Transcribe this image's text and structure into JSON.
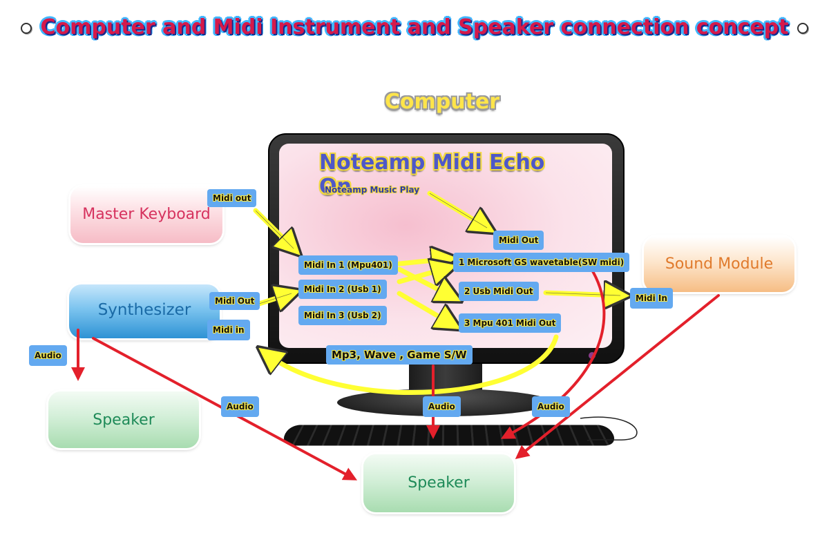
{
  "title": "Computer and Midi Instrument and Speaker connection concept",
  "computer_label": "Computer",
  "screen": {
    "echo_title": "Noteamp Midi Echo On",
    "music_play": "Noteamp Music Play"
  },
  "devices": {
    "master_keyboard": "Master Keyboard",
    "synthesizer": "Synthesizer",
    "sound_module": "Sound Module",
    "speaker_left": "Speaker",
    "speaker_main": "Speaker"
  },
  "ports": {
    "keyboard_midi_out": "Midi out",
    "synth_midi_out": "Midi Out",
    "synth_midi_in": "Midi in",
    "sound_module_midi_in": "Midi In",
    "midi_in_1": "Midi In 1 (Mpu401)",
    "midi_in_2": "Midi In 2 (Usb 1)",
    "midi_in_3": "Midi In 3 (Usb 2)",
    "player_midi_out": "Midi Out",
    "out_1": "1 Microsoft GS wavetable(SW midi)",
    "out_2": "2 Usb Midi Out",
    "out_3": "3 Mpu 401 Midi Out",
    "mp3_wave_game": "Mp3, Wave , Game  S/W"
  },
  "audio": {
    "synth_to_speaker": "Audio",
    "synth_to_main": "Audio",
    "computer_1": "Audio",
    "computer_2": "Audio"
  },
  "colors": {
    "midi_arrow": "#ffff33",
    "audio_arrow": "#e3202b",
    "tag_bg": "#63a9f0"
  }
}
